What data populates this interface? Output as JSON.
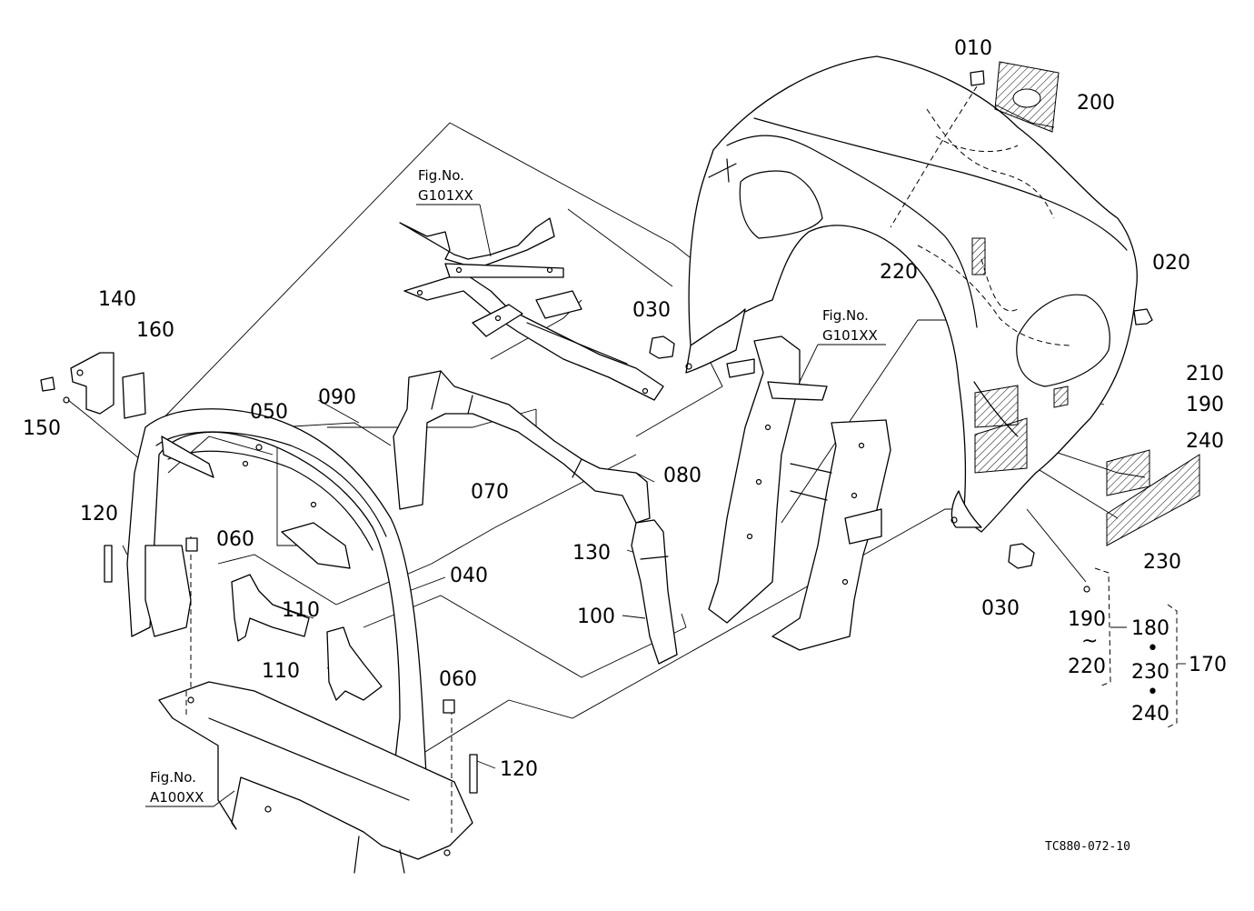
{
  "labels": {
    "p010": "010",
    "p020": "020",
    "p030a": "030",
    "p030b": "030",
    "p040": "040",
    "p050": "050",
    "p060a": "060",
    "p060b": "060",
    "p070": "070",
    "p080": "080",
    "p090": "090",
    "p100": "100",
    "p110a": "110",
    "p110b": "110",
    "p120a": "120",
    "p120b": "120",
    "p130": "130",
    "p140": "140",
    "p150": "150",
    "p160": "160",
    "p170": "170",
    "p180": "180",
    "p190a": "190",
    "p190b": "190",
    "p200": "200",
    "p210": "210",
    "p220a": "220",
    "p220b": "220",
    "p230a": "230",
    "p230b": "230",
    "p240a": "240",
    "p240b": "240"
  },
  "figrefs": {
    "g1_title": "Fig.No.",
    "g1_code": "G101XX",
    "g2_title": "Fig.No.",
    "g2_code": "G101XX",
    "a1_title": "Fig.No.",
    "a1_code": "A100XX"
  },
  "group": {
    "tilde": "~",
    "dot1": "•",
    "dot2": "•"
  },
  "drawing_code": "TC880-072-10"
}
